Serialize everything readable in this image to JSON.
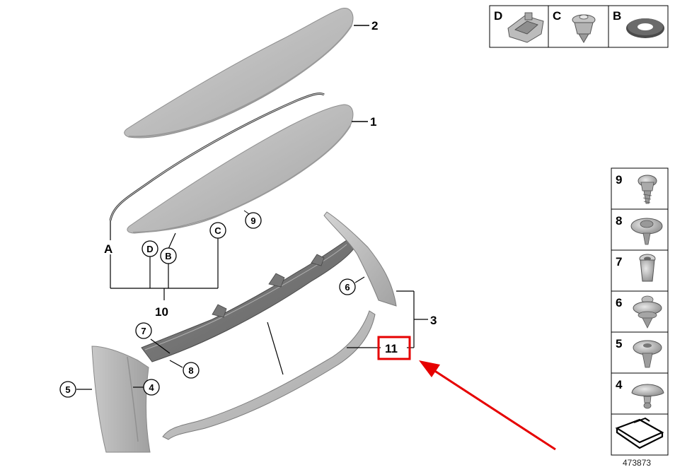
{
  "callouts": {
    "p1": "1",
    "p2": "2",
    "p3": "3",
    "p4": "4",
    "p5": "5",
    "p6": "6",
    "p7": "7",
    "p8": "8",
    "p9": "9",
    "p10": "10",
    "p11": "11",
    "cA": "A",
    "cB": "B",
    "cC": "C",
    "cD": "D"
  },
  "legend_top": [
    {
      "label": "D",
      "icon": "clip-nut-icon"
    },
    {
      "label": "C",
      "icon": "expanding-rivet-icon"
    },
    {
      "label": "B",
      "icon": "washer-icon"
    }
  ],
  "legend_side": [
    {
      "label": "9",
      "icon": "screw-icon"
    },
    {
      "label": "8",
      "icon": "flange-screw-icon"
    },
    {
      "label": "7",
      "icon": "plastic-nut-icon"
    },
    {
      "label": "6",
      "icon": "clip-icon"
    },
    {
      "label": "5",
      "icon": "push-rivet-icon"
    },
    {
      "label": "4",
      "icon": "button-clip-icon"
    }
  ],
  "document_number": "473873",
  "highlight_color": "#e60000",
  "arrow_color": "#e60000"
}
